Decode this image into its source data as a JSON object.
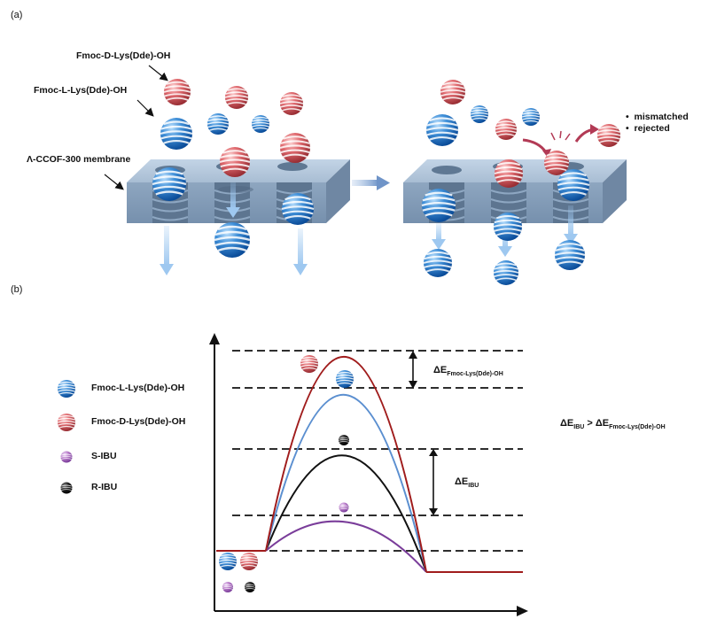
{
  "panels": {
    "a": "(a)",
    "b": "(b)"
  },
  "labels_a": {
    "fmoc_d": "Fmoc-D-Lys(Dde)-OH",
    "fmoc_l": "Fmoc-L-Lys(Dde)-OH",
    "membrane": "Λ-CCOF-300 membrane",
    "mismatched": "mismatched",
    "rejected": "rejected"
  },
  "legend": [
    {
      "label": "Fmoc-L-Lys(Dde)-OH",
      "color": "#3f8fd8",
      "icon": "blue-sphere-icon"
    },
    {
      "label": "Fmoc-D-Lys(Dde)-OH",
      "color": "#e06a6f",
      "icon": "red-sphere-icon"
    },
    {
      "label": "S-IBU",
      "color": "#b77ac8",
      "icon": "purple-sphere-icon"
    },
    {
      "label": "R-IBU",
      "color": "#222222",
      "icon": "black-sphere-icon"
    }
  ],
  "energy": {
    "dE_fmoc_main": "ΔE",
    "dE_fmoc_sub": "Fmoc-Lys(Dde)-OH",
    "dE_ibu_main": "ΔE",
    "dE_ibu_sub": "IBU",
    "rel_a_main": "ΔE",
    "rel_a_sub": "IBU",
    "rel_gt": " > ",
    "rel_b_main": "ΔE",
    "rel_b_sub": "Fmoc-Lys(Dde)-OH",
    "curve_colors": {
      "fmoc_d": "#a01c1c",
      "fmoc_l": "#5b8fd0",
      "r_ibu": "#111111",
      "s_ibu": "#7a3d9a"
    }
  }
}
